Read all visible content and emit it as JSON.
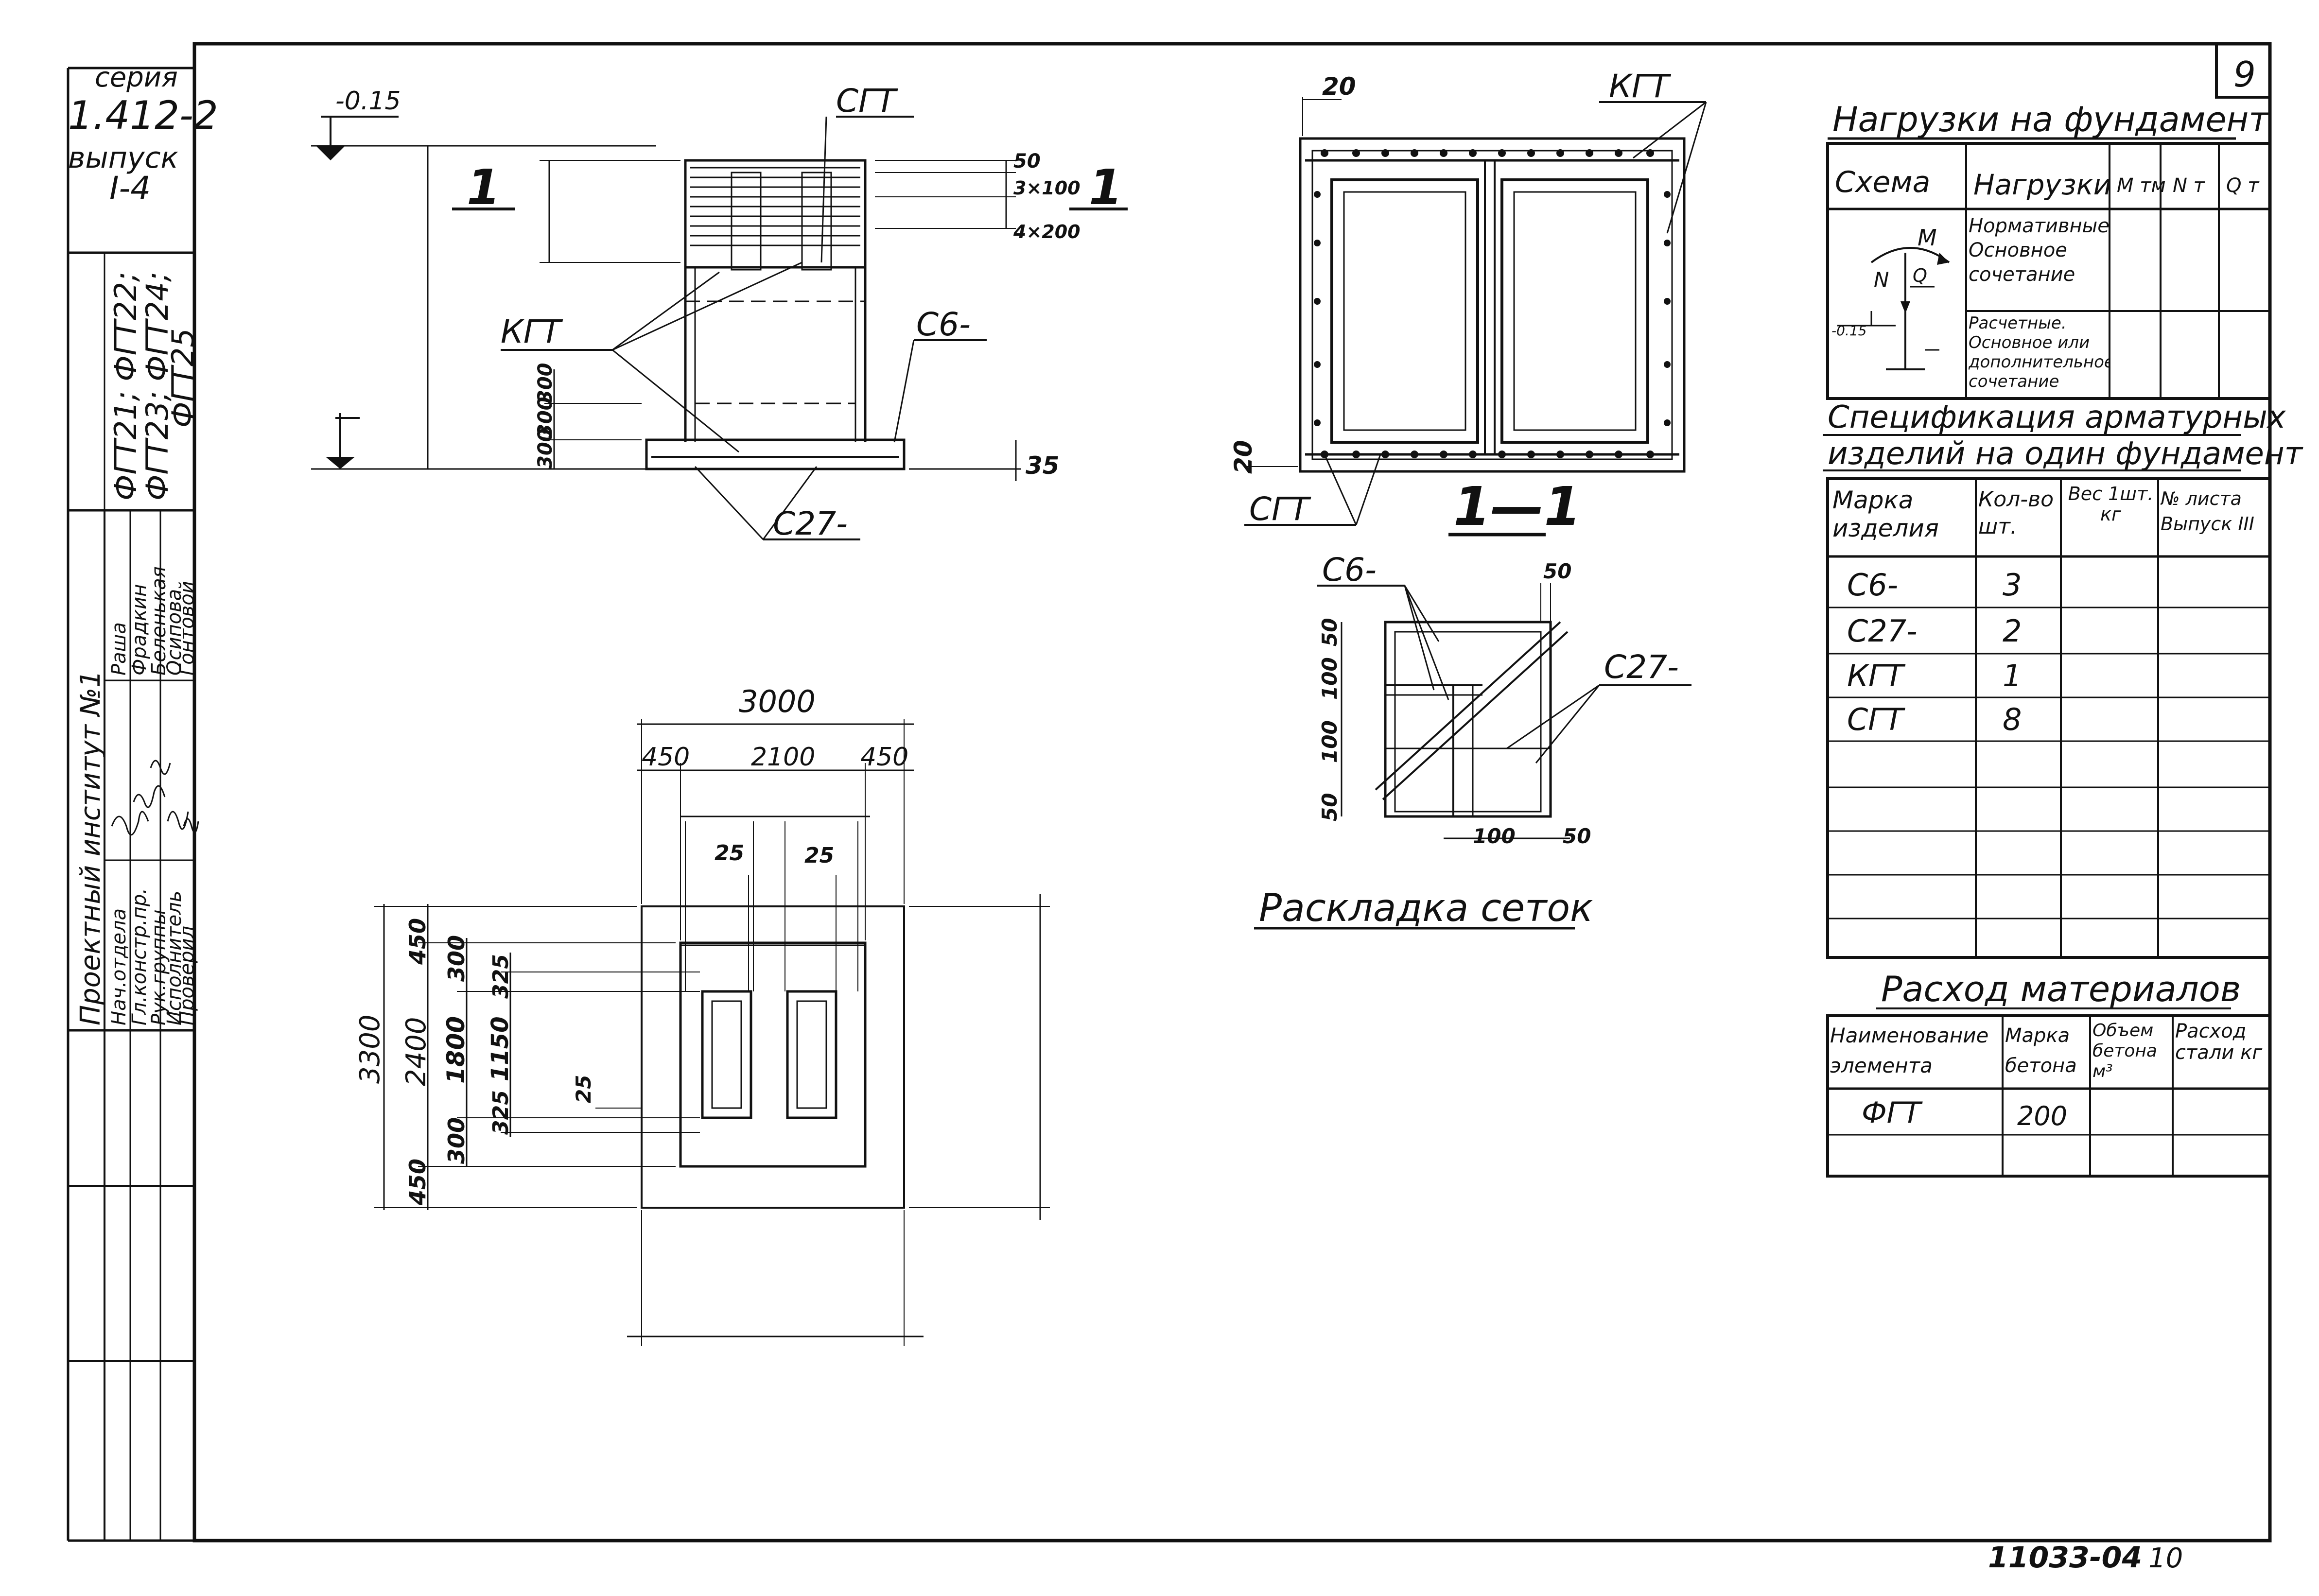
{
  "sheet_number": "9",
  "footer": {
    "doc_code": "11033-04",
    "page": "10"
  },
  "title_block": {
    "series_label": "серия",
    "series_value": "1.412-2",
    "issue_label": "выпуск",
    "issue_value": "I-4",
    "marks": [
      "ФГТ21; ФГТ22;",
      "ФГТ23; ФГТ24;",
      "ФГТ25"
    ],
    "institute": "Проектный институт №1",
    "roles": [
      "Нач.отдела",
      "Гл.констр.пр.",
      "Рук.группы",
      "Исполнитель",
      "Проверил"
    ],
    "names": [
      "Раша",
      "Фрадкин",
      "Беленькая",
      "Осипова",
      "Гонтовой"
    ]
  },
  "elevation": {
    "level_top": "-0.15",
    "level_bottom": "",
    "section_mark": "1",
    "labels": {
      "sgt": "СГТ",
      "kgt": "КГТ",
      "c6": "С6-",
      "c27": "С27-"
    },
    "dims_right": [
      "50",
      "3×100",
      "4×200"
    ],
    "dims_left": [
      "300",
      "300",
      "300"
    ],
    "dim_base": "35"
  },
  "plan": {
    "dims_top": [
      "3000",
      "450",
      "2100",
      "450"
    ],
    "dims_inner": [
      "25",
      "25",
      "25"
    ],
    "dim_total": "3300",
    "dims_mid": [
      "450",
      "2400",
      "450"
    ],
    "dims_inner_col": [
      "300",
      "1800",
      "300"
    ],
    "dims_inner_col2": [
      "325",
      "1150",
      "325"
    ]
  },
  "section_1_1": {
    "title": "1—1",
    "dims": [
      "20",
      "20"
    ],
    "labels": {
      "kgt": "КГТ",
      "sgt": "СГТ"
    }
  },
  "mesh_layout": {
    "title": "Раскладка сеток",
    "labels": {
      "c6": "С6-",
      "c27": "С27-"
    },
    "dims_left": [
      "50",
      "100",
      "100",
      "50"
    ],
    "dim_top": "50",
    "dims_bottom": [
      "100",
      "50"
    ]
  },
  "loads": {
    "title": "Нагрузки на фундамент",
    "headers": [
      "Схема",
      "Нагрузки",
      "М тм",
      "N т",
      "Q т"
    ],
    "rows": [
      [
        "Нормативные Основное сочетание",
        "",
        "",
        ""
      ],
      [
        "Расчетные. Основное или дополнительное сочетание",
        "",
        "",
        ""
      ]
    ],
    "scheme_labels": [
      "М",
      "N",
      "Q",
      "-0.15"
    ]
  },
  "spec": {
    "title_1": "Спецификация арматурных",
    "title_2": "изделий на один фундамент",
    "headers": [
      "Марка изделия",
      "Кол-во шт.",
      "Вес 1шт. кг",
      "№ листа Выпуск III"
    ],
    "rows": [
      [
        "С6-",
        "3",
        "",
        ""
      ],
      [
        "С27-",
        "2",
        "",
        ""
      ],
      [
        "КГТ",
        "1",
        "",
        ""
      ],
      [
        "СГТ",
        "8",
        "",
        ""
      ],
      [
        "",
        "",
        "",
        ""
      ],
      [
        "",
        "",
        "",
        ""
      ],
      [
        "",
        "",
        "",
        ""
      ],
      [
        "",
        "",
        "",
        ""
      ]
    ]
  },
  "materials": {
    "title": "Расход материалов",
    "headers": [
      "Наименование элемента",
      "Марка бетона",
      "Объем бетона м³",
      "Расход стали кг"
    ],
    "rows": [
      [
        "ФГТ",
        "200",
        "",
        ""
      ],
      [
        "",
        "",
        "",
        ""
      ]
    ]
  }
}
